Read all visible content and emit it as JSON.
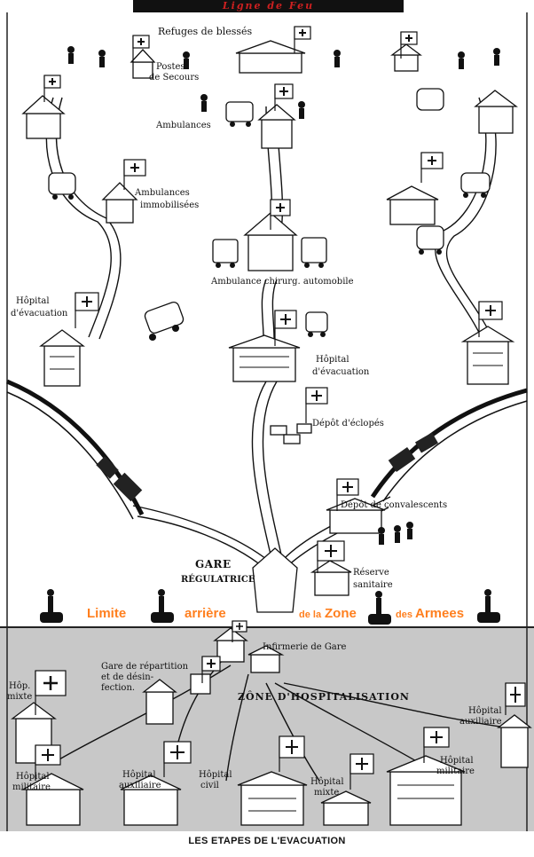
{
  "diagram": {
    "front_line": "Ligne de Feu",
    "caption": "LES ETAPES DE L'EVACUATION",
    "labels": {
      "refuges": "Refuges de blessés",
      "postes": "Postes",
      "secours": "de Secours",
      "ambulances": "Ambulances",
      "ambulances_immo_1": "Ambulances",
      "ambulances_immo_2": "immobilisées",
      "ambulance_chir": "Ambulance chirurg. automobile",
      "hopital_evac_left_1": "Hôpital",
      "hopital_evac_left_2": "d'évacuation",
      "hopital_evac_center_1": "Hôpital",
      "hopital_evac_center_2": "d'évacuation",
      "depot_eclopes": "Dépôt d'éclopés",
      "depot_convalescents": "Dépôt de convalescents",
      "gare": "GARE",
      "regulatrice": "RÉGULATRICE",
      "reserve_1": "Réserve",
      "reserve_2": "sanitaire",
      "infirmerie": "Infirmerie de Gare",
      "gare_repartition_1": "Gare de répartition",
      "gare_repartition_2": "et de désin-",
      "gare_repartition_3": "fection.",
      "zone_hospitalisation": "ZÔNE D'HOSPITALISATION",
      "hop_mixte_left_1": "Hôp.",
      "hop_mixte_left_2": "mixte",
      "hop_aux_right_1": "Hôpital",
      "hop_aux_right_2": "auxiliaire",
      "hop_mil_right_1": "Hôpital",
      "hop_mil_right_2": "militaire",
      "hop_mil_left_1": "Hôpital",
      "hop_mil_left_2": "militaire",
      "hop_aux_center_1": "Hôpital",
      "hop_aux_center_2": "auxiliaire",
      "hop_civil_1": "Hôpital",
      "hop_civil_2": "civil",
      "hop_mixte_center_1": "Hôpital",
      "hop_mixte_center_2": "mixte"
    },
    "overlay": {
      "limite": "Limite",
      "arriere": "arrière",
      "de_la": "de la",
      "zone": "Zone",
      "des": "des",
      "armees": "Armees"
    },
    "colors": {
      "overlay_text": "#ff7f1e",
      "hospital_zone": "#c8c8c8",
      "banner": "#111111",
      "banner_text": "#cc2020"
    }
  }
}
